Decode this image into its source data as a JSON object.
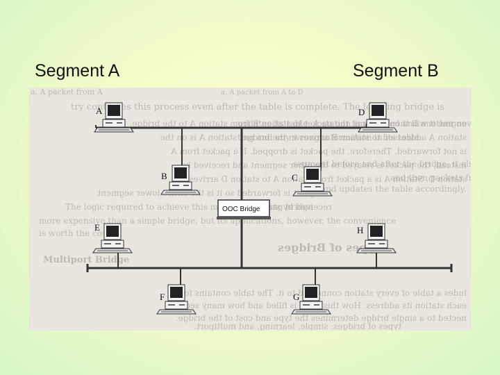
{
  "segments": {
    "left": "Segment A",
    "right": "Segment B"
  },
  "stations": [
    {
      "id": "A"
    },
    {
      "id": "B"
    },
    {
      "id": "C"
    },
    {
      "id": "D"
    },
    {
      "id": "E"
    },
    {
      "id": "F"
    },
    {
      "id": "G"
    },
    {
      "id": "H"
    }
  ],
  "bridge": {
    "label": "OOC Bridge"
  },
  "background_text": {
    "heading": "Types of Bridges",
    "lines_mirrored": [
      "engine it will then transmit the packet to station B from station A to the bridge.",
      "station A addressed to station B arrives in the bridge, station A is on the",
      "is not forwarded. Therefore, the packet is dropped. If a packet from A",
      "instead, the packet is relayed to the other segment and received by",
      "station D. Station A is a packet from station A to station D arrives at",
      "bridge, it is forwarded so it is the entire lower segment",
      "received by station D."
    ],
    "lines_normal": [
      "try continues this process even after the table is complete. The learning bridge is",
      "updates its table. A station is removed and another new person at sta-",
      "ting and any wrong information in its table.",
      "segment before and after the bridge; it also notices that",
      "and then packets from",
      "and updates the table accordingly.",
      "The logic required to achieve this makes a learning bridge",
      "more expensive than a simple bridge, but its applications, however, the convenience",
      "is worth the cost.",
      "ludes a table of every station connected to it. The table contains for",
      "each station its address. How this table is filled and how many seg-",
      "nected to a single bridge determines the type and cost of the bridge.",
      "types of bridges: simple, learning, and multiport."
    ],
    "fragments": [
      "a. A packet from A to D",
      "a. A packet from A",
      "Multiport Bridge"
    ]
  }
}
